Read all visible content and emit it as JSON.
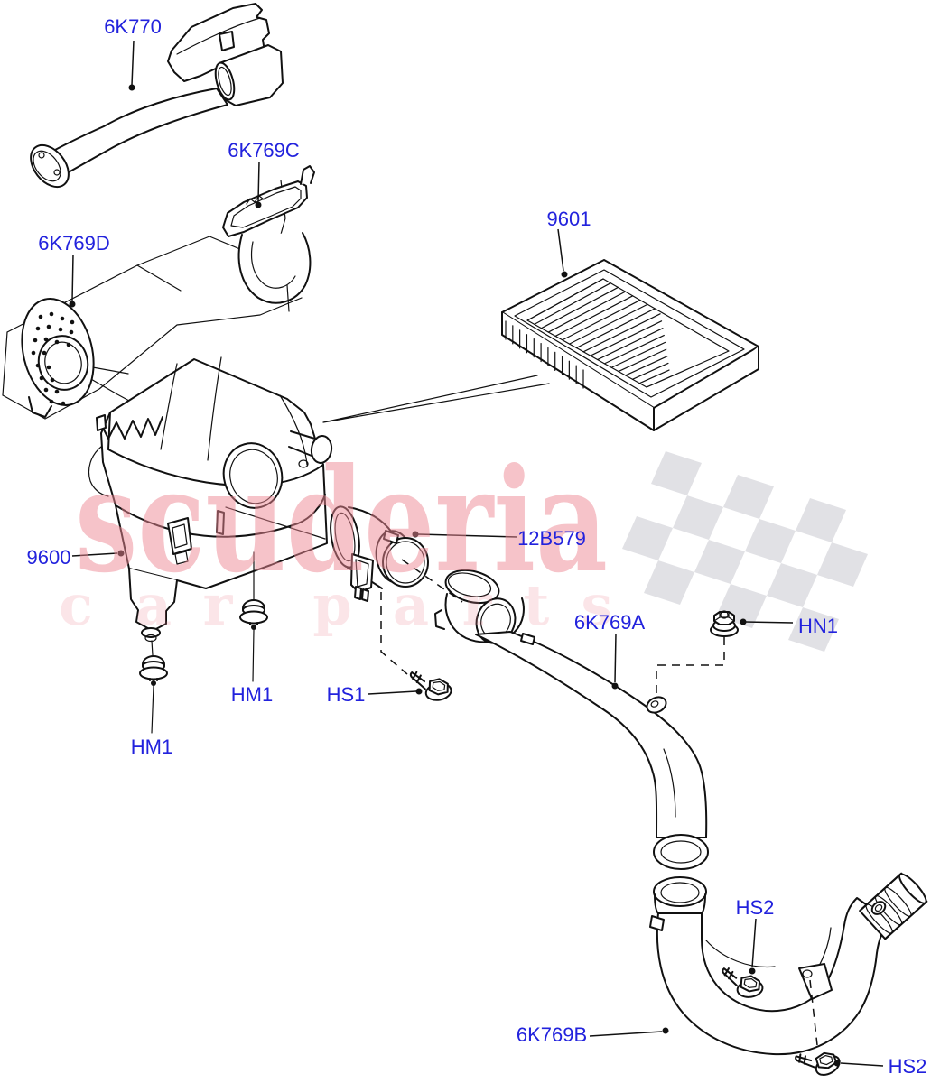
{
  "colors": {
    "label_blue": "#2222dd",
    "watermark_pink": "#ee8894",
    "flag_gray": "#e1e1e5",
    "line": "#111111"
  },
  "watermark": {
    "brand": "scuderia",
    "sub_letters": [
      "c",
      "a",
      "r",
      "p",
      "a",
      "r",
      "t",
      "s"
    ]
  },
  "labels": [
    {
      "text": "6K770"
    },
    {
      "text": "6K769C"
    },
    {
      "text": "6K769D"
    },
    {
      "text": "9601"
    },
    {
      "text": "9600"
    },
    {
      "text": "12B579"
    },
    {
      "text": "6K769A"
    },
    {
      "text": "HN1"
    },
    {
      "text": "HS1"
    },
    {
      "text": "HM1"
    },
    {
      "text": "HM1"
    },
    {
      "text": "HS2"
    },
    {
      "text": "6K769B"
    },
    {
      "text": "HS2"
    }
  ]
}
